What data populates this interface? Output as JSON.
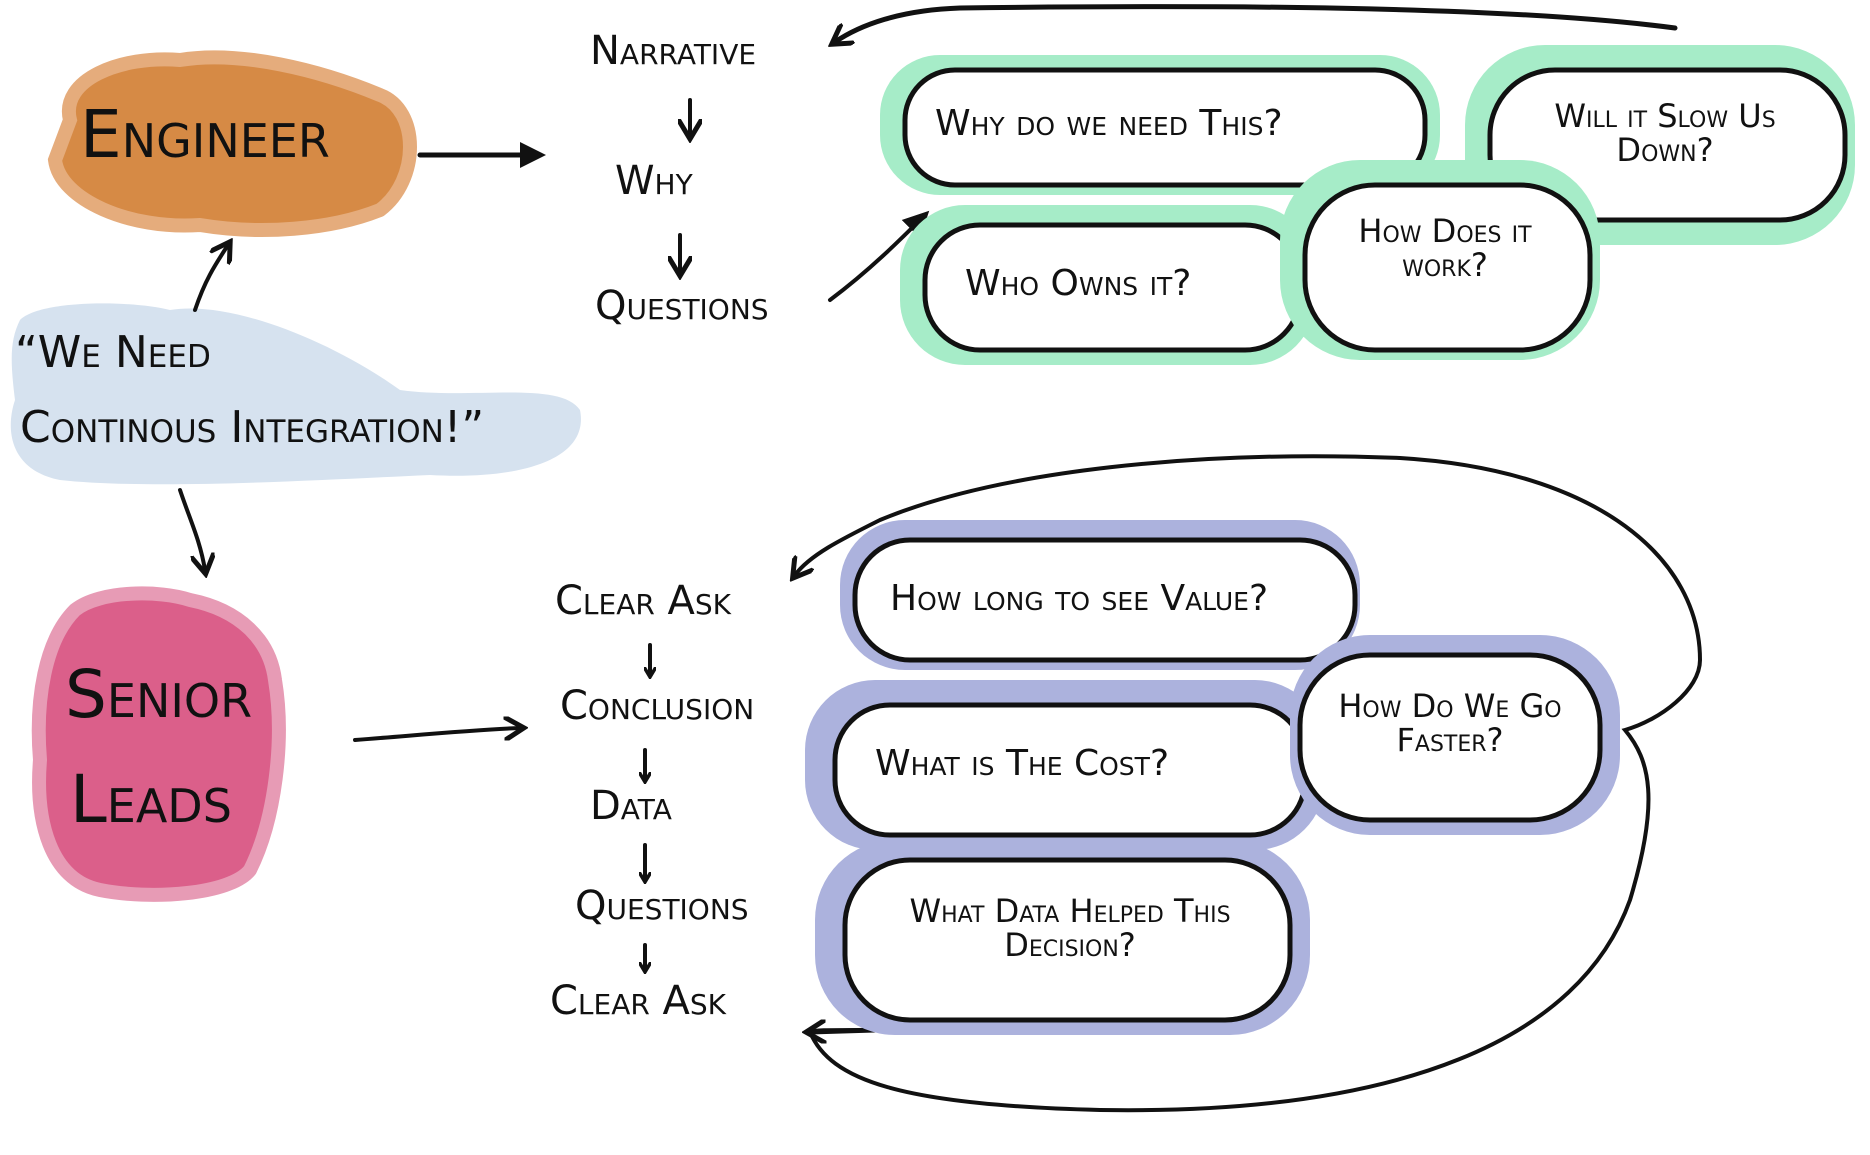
{
  "colors": {
    "engineer": "#d4843c",
    "senior_leads": "#db5f8a",
    "quote": "#d6e2ef",
    "green_cloud": "#a6ecc8",
    "blue_cloud": "#acb2dd",
    "ink": "#111111"
  },
  "nodes": {
    "engineer": "Engineer",
    "senior_leads_line1": "Senior",
    "senior_leads_line2": "Leads",
    "quote_line1": "“We Need",
    "quote_line2": "Continous Integration!”"
  },
  "engineer_flow": {
    "steps": [
      "Narrative",
      "Why",
      "Questions"
    ]
  },
  "engineer_questions": [
    "Why do we need This?",
    "Will it Slow Us Down?",
    "Who Owns it?",
    "How Does it work?"
  ],
  "leads_flow": {
    "steps": [
      "Clear Ask",
      "Conclusion",
      "Data",
      "Questions",
      "Clear Ask"
    ]
  },
  "leads_questions": [
    "How long to see Value?",
    "What is The Cost?",
    "How Do We Go Faster?",
    "What Data Helped This Decision?"
  ]
}
